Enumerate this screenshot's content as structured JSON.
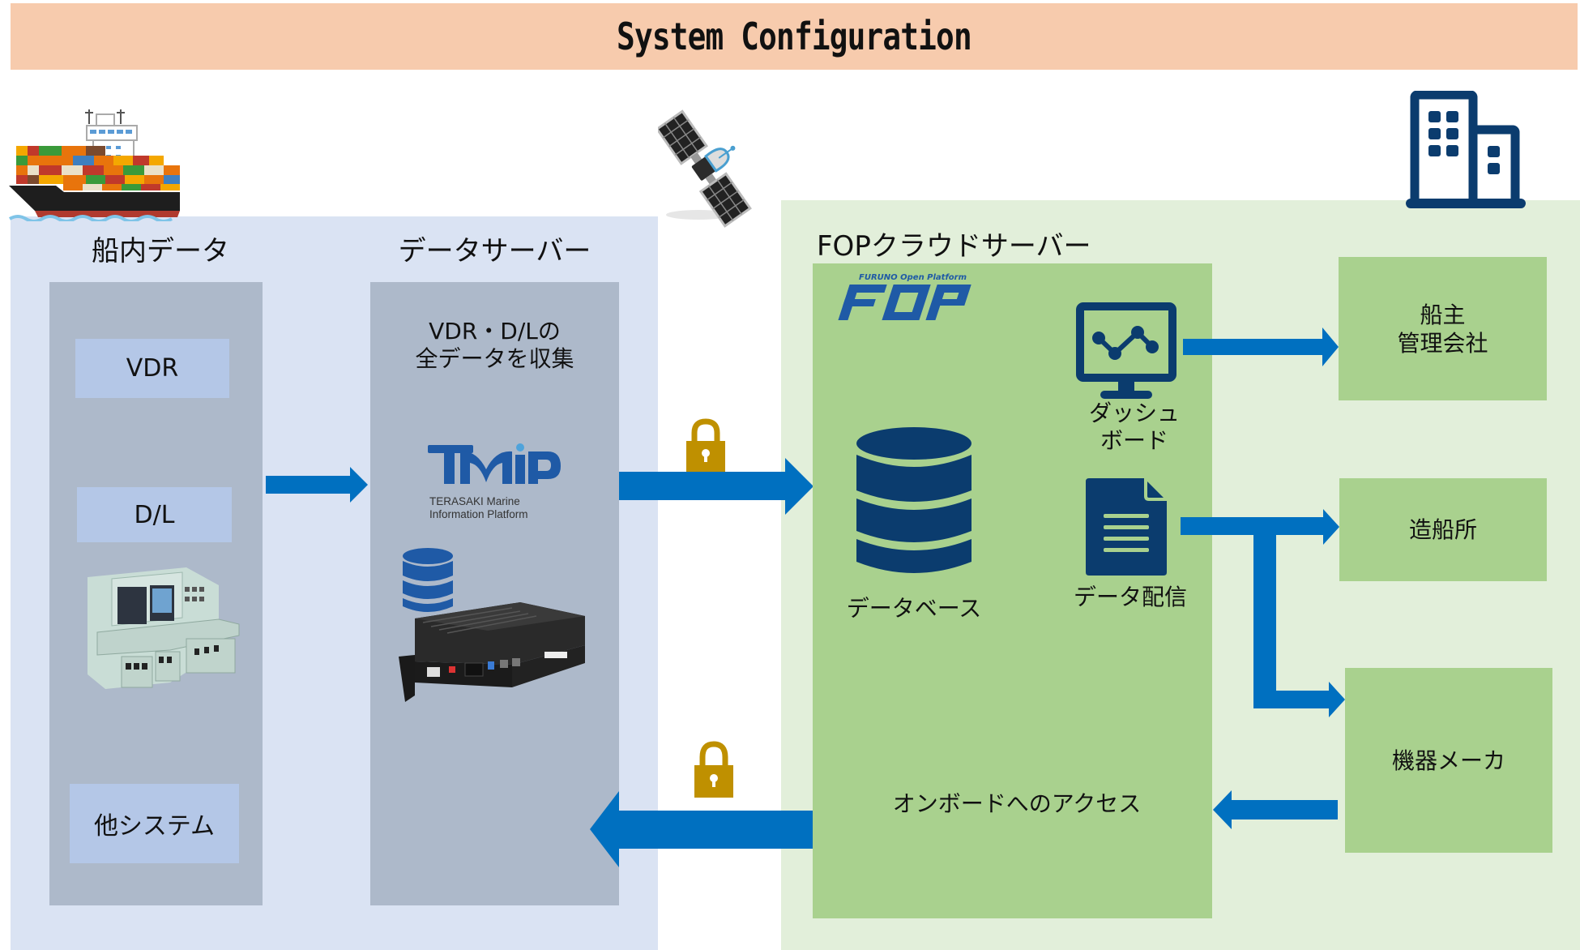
{
  "title": "System Configuration",
  "colors": {
    "title_bg": "#F7CBAD",
    "ship_panel_bg": "#DAE3F3",
    "cloud_panel_bg": "#E2EFDA",
    "column_bg": "#ADB9CA",
    "item_bg": "#B4C7E7",
    "cloud_box_bg": "#A9D18E",
    "arrow": "#0070C0",
    "icon": "#0B3C6E",
    "lock": "#BF9000"
  },
  "onboard": {
    "heading": "船内データ",
    "items": [
      {
        "label": "VDR"
      },
      {
        "label": "D/L"
      },
      {
        "label": "他システム"
      }
    ],
    "image": "engine-control-console"
  },
  "data_server": {
    "heading": "データサーバー",
    "description_line1": "VDR・D/Lの",
    "description_line2": "全データを収集",
    "logo": {
      "name": "TMIP",
      "subtitle_line1": "TERASAKI Marine",
      "subtitle_line2": "Information Platform"
    },
    "image": "edge-server-hardware"
  },
  "cloud": {
    "heading": "FOPクラウドサーバー",
    "logo": {
      "tagline": "FURUNO Open Platform",
      "name": "FOP"
    },
    "database_label": "データベース",
    "dashboard_label_line1": "ダッシュ",
    "dashboard_label_line2": "ボード",
    "distribution_label": "データ配信",
    "onboard_access_label": "オンボードへのアクセス"
  },
  "stakeholders": [
    {
      "label_line1": "船主",
      "label_line2": "管理会社"
    },
    {
      "label_line1": "造船所",
      "label_line2": ""
    },
    {
      "label_line1": "機器メーカ",
      "label_line2": ""
    }
  ],
  "icons": {
    "ship": "container-ship-icon",
    "satellite": "satellite-icon",
    "building": "office-building-icon",
    "lock": "padlock-icon",
    "database": "database-icon",
    "monitor": "dashboard-monitor-icon",
    "document": "document-icon"
  }
}
